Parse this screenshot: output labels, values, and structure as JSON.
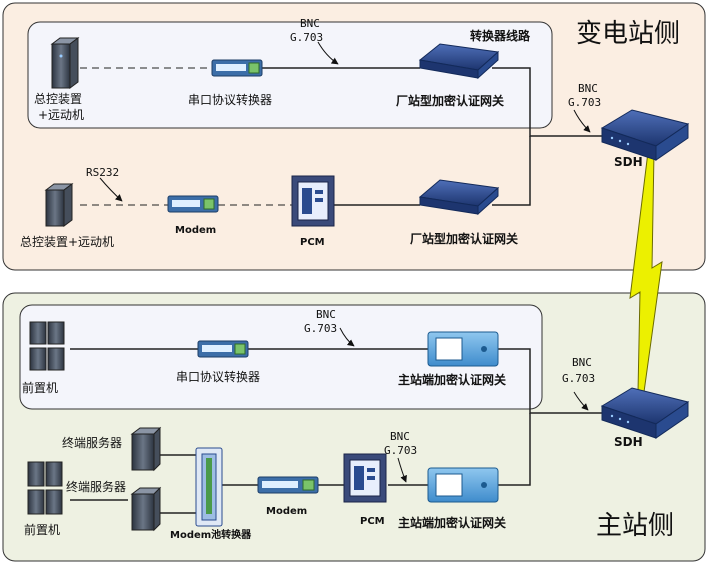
{
  "regions": {
    "substation_title": "变电站侧",
    "master_title": "主站侧"
  },
  "top": {
    "converter_line_label": "转换器线路",
    "control_device_1": [
      "总控装置",
      "+远动机"
    ],
    "serial_converter_1": "串口协议转换器",
    "bnc_1": [
      "BNC",
      "G.703"
    ],
    "gateway_1": "厂站型加密认证网关",
    "sdh_bnc": [
      "BNC",
      "G.703"
    ],
    "sdh": "SDH",
    "rs232": "RS232",
    "control_device_2": "总控装置+远动机",
    "modem_1": "Modem",
    "pcm_1": "PCM",
    "gateway_2": "厂站型加密认证网关"
  },
  "bottom": {
    "frontend_1": "前置机",
    "serial_converter_2": "串口协议转换器",
    "bnc_2": [
      "BNC",
      "G.703"
    ],
    "gateway_3": "主站端加密认证网关",
    "sdh_bnc": [
      "BNC",
      "G.703"
    ],
    "sdh": "SDH",
    "terminal_server_1": "终端服务器",
    "terminal_server_2": "终端服务器",
    "frontend_2": "前置机",
    "modem_pool": "Modem池转换器",
    "modem_2": "Modem",
    "pcm_2": "PCM",
    "bnc_3": [
      "BNC",
      "G.703"
    ],
    "gateway_4": "主站端加密认证网关"
  },
  "colors": {
    "top_bg": "#fbeee2",
    "bottom_bg": "#eef1e2",
    "device_blue": "#2a4b8f",
    "lightning": "#ecf000"
  }
}
